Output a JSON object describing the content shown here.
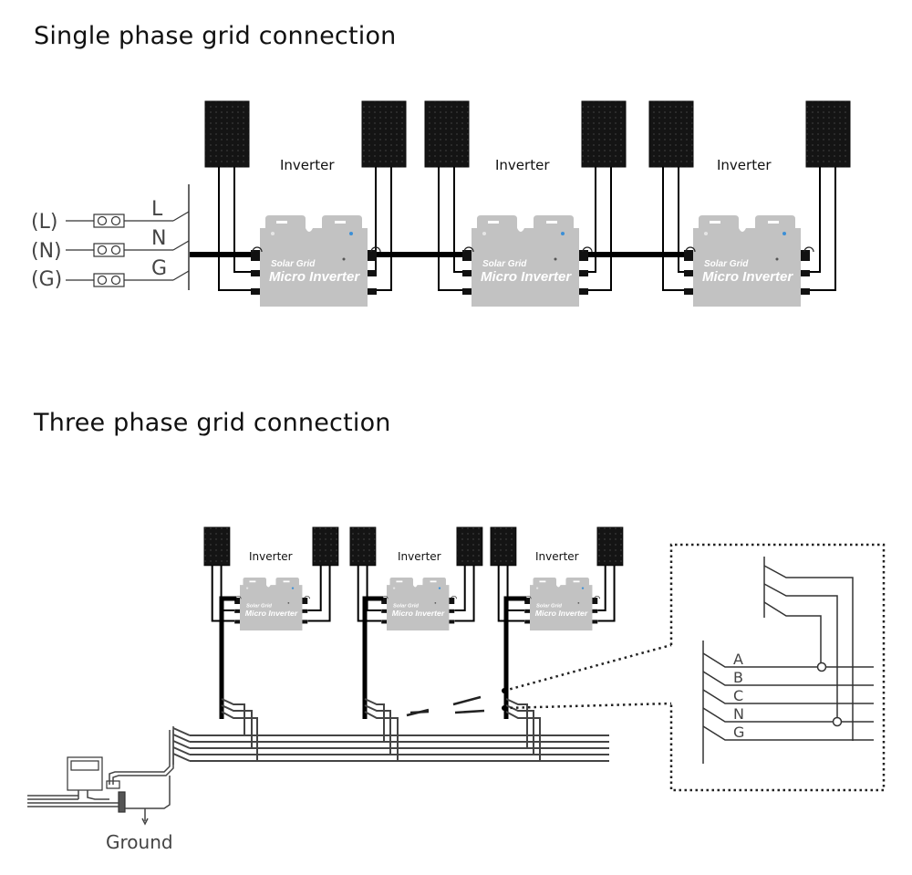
{
  "sections": {
    "single_phase": {
      "title": "Single phase grid connection",
      "grid_terminals": [
        {
          "label": "(L)",
          "line": "L"
        },
        {
          "label": "(N)",
          "line": "N"
        },
        {
          "label": "(G)",
          "line": "G"
        }
      ],
      "inverters": [
        {
          "label": "Inverter",
          "brand_line1": "Solar Grid",
          "brand_line2": "Micro Inverter"
        },
        {
          "label": "Inverter",
          "brand_line1": "Solar Grid",
          "brand_line2": "Micro Inverter"
        },
        {
          "label": "Inverter",
          "brand_line1": "Solar Grid",
          "brand_line2": "Micro Inverter"
        }
      ]
    },
    "three_phase": {
      "title": "Three phase grid connection",
      "inverters": [
        {
          "label": "Inverter",
          "brand_line1": "Solar Grid",
          "brand_line2": "Micro Inverter"
        },
        {
          "label": "Inverter",
          "brand_line1": "Solar Grid",
          "brand_line2": "Micro Inverter"
        },
        {
          "label": "Inverter",
          "brand_line1": "Solar Grid",
          "brand_line2": "Micro Inverter"
        }
      ],
      "ground_label": "Ground",
      "detail_lines": [
        "A",
        "B",
        "C",
        "N",
        "G"
      ]
    }
  },
  "colors": {
    "wire": "#000000",
    "panel": "#111111",
    "inverter_body": "#bdbdbd",
    "bus_line": "#444444",
    "led_blue": "#3b8fd6"
  }
}
